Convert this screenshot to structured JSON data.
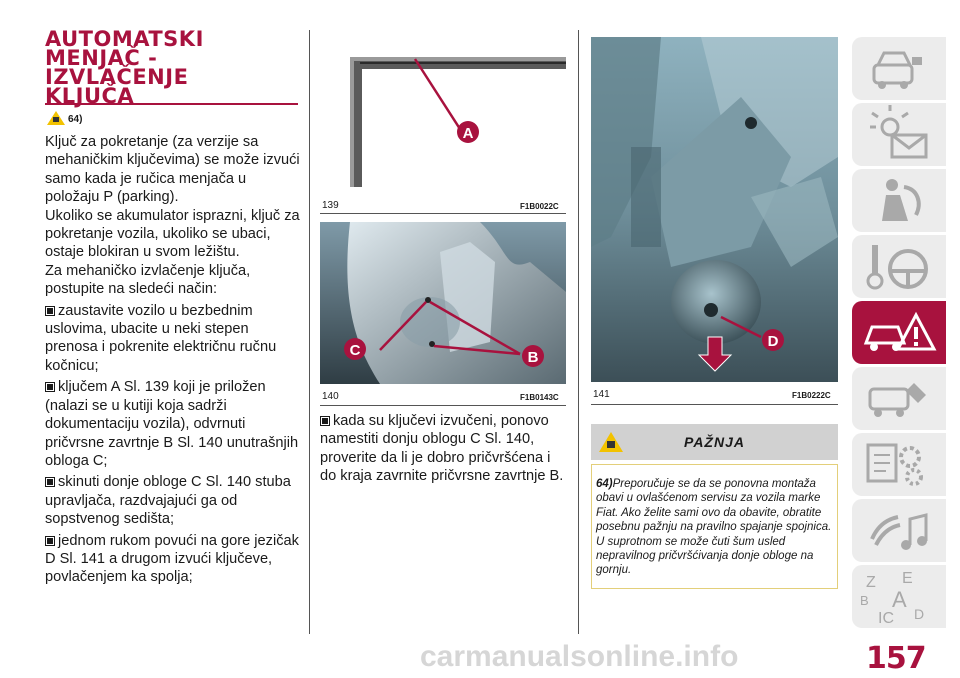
{
  "section": {
    "title_lines": [
      "AUTOMATSKI",
      "MENJAČ -",
      "IZVLAČENJE",
      "KLJUČA"
    ],
    "warning_ref": "64)"
  },
  "left_text": {
    "p1": "Ključ za pokretanje (za verzije sa mehaničkim ključevima) se može izvući samo kada je ručica menjača u položaju P (parking).",
    "p2": "Ukoliko se akumulator isprazni, ključ za pokretanje vozila, ukoliko se ubaci, ostaje blokiran u svom ležištu.",
    "p3": "Za mehaničko izvlačenje ključa, postupite na sledeći način:",
    "b1": "zaustavite vozilo u bezbednim uslovima, ubacite u neki stepen prenosa i pokrenite električnu ručnu kočnicu;",
    "b2": "ključem A Sl. 139 koji je priložen (nalazi se u kutiji koja sadrži dokumentaciju vozila), odvrnuti pričvrsne zavrtnje B Sl. 140 unutrašnjih obloga C;",
    "b3": "skinuti donje obloge C Sl. 140 stuba upravljača, razdvajajući ga od sopstvenog sedišta;",
    "b4": "jednom rukom povući na gore jezičak D Sl. 141 a drugom izvući ključeve, povlačenjem ka spolja;"
  },
  "middle_text": {
    "b5": "kada su ključevi izvučeni, ponovo namestiti donju oblogu C Sl. 140, proverite da li je dobro pričvršćena i do kraja zavrnite pričvrsne zavrtnje B."
  },
  "figures": [
    {
      "number": "139",
      "code": "F1B0022C",
      "labels": [
        "A"
      ]
    },
    {
      "number": "140",
      "code": "F1B0143C",
      "labels": [
        "C",
        "B"
      ]
    },
    {
      "number": "141",
      "code": "F1B0222C",
      "labels": [
        "D"
      ]
    }
  ],
  "warning_box": {
    "heading": "PAŽNJA",
    "ref": "64)",
    "text": "Preporučuje se da se ponovna montaža obavi u ovlašćenom servisu za vozila marke Fiat. Ako želite sami ovo da obavite, obratite posebnu pažnju na pravilno spajanje spojnica. U suprotnom se može čuti šum usled nepravilnog pričvršćivanja donje obloge na gornju."
  },
  "nav_tabs": [
    {
      "icon": "car-dashboard-icon",
      "active": false
    },
    {
      "icon": "lights-message-icon",
      "active": false
    },
    {
      "icon": "airbag-safety-icon",
      "active": false
    },
    {
      "icon": "key-steering-icon",
      "active": false
    },
    {
      "icon": "emergency-warning-icon",
      "active": true
    },
    {
      "icon": "car-service-icon",
      "active": false
    },
    {
      "icon": "technical-gears-icon",
      "active": false
    },
    {
      "icon": "multimedia-music-icon",
      "active": false
    },
    {
      "icon": "alphabetical-index-icon",
      "active": false
    }
  ],
  "page_number": "157",
  "watermark": "carmanualsonline.info",
  "colors": {
    "accent": "#a8123e",
    "warning_bg": "#d1d1d1",
    "warning_border": "#e3cf7a"
  }
}
